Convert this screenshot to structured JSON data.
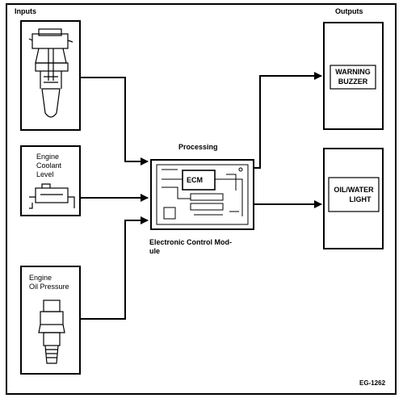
{
  "headers": {
    "inputs": "Inputs",
    "outputs": "Outputs",
    "processing": "Processing"
  },
  "inputs": {
    "coolant_label": [
      "Engine",
      "Coolant",
      "Level"
    ],
    "oil_label": [
      "Engine",
      "Oil Pressure"
    ]
  },
  "processing": {
    "ecm_label": "ECM",
    "module_caption": [
      "Electronic Control Mod-",
      "ule"
    ]
  },
  "outputs": {
    "buzzer_label": [
      "WARNING",
      "BUZZER"
    ],
    "light_label": [
      "OIL/WATER",
      "LIGHT"
    ]
  },
  "figure_code": "EG-1262"
}
